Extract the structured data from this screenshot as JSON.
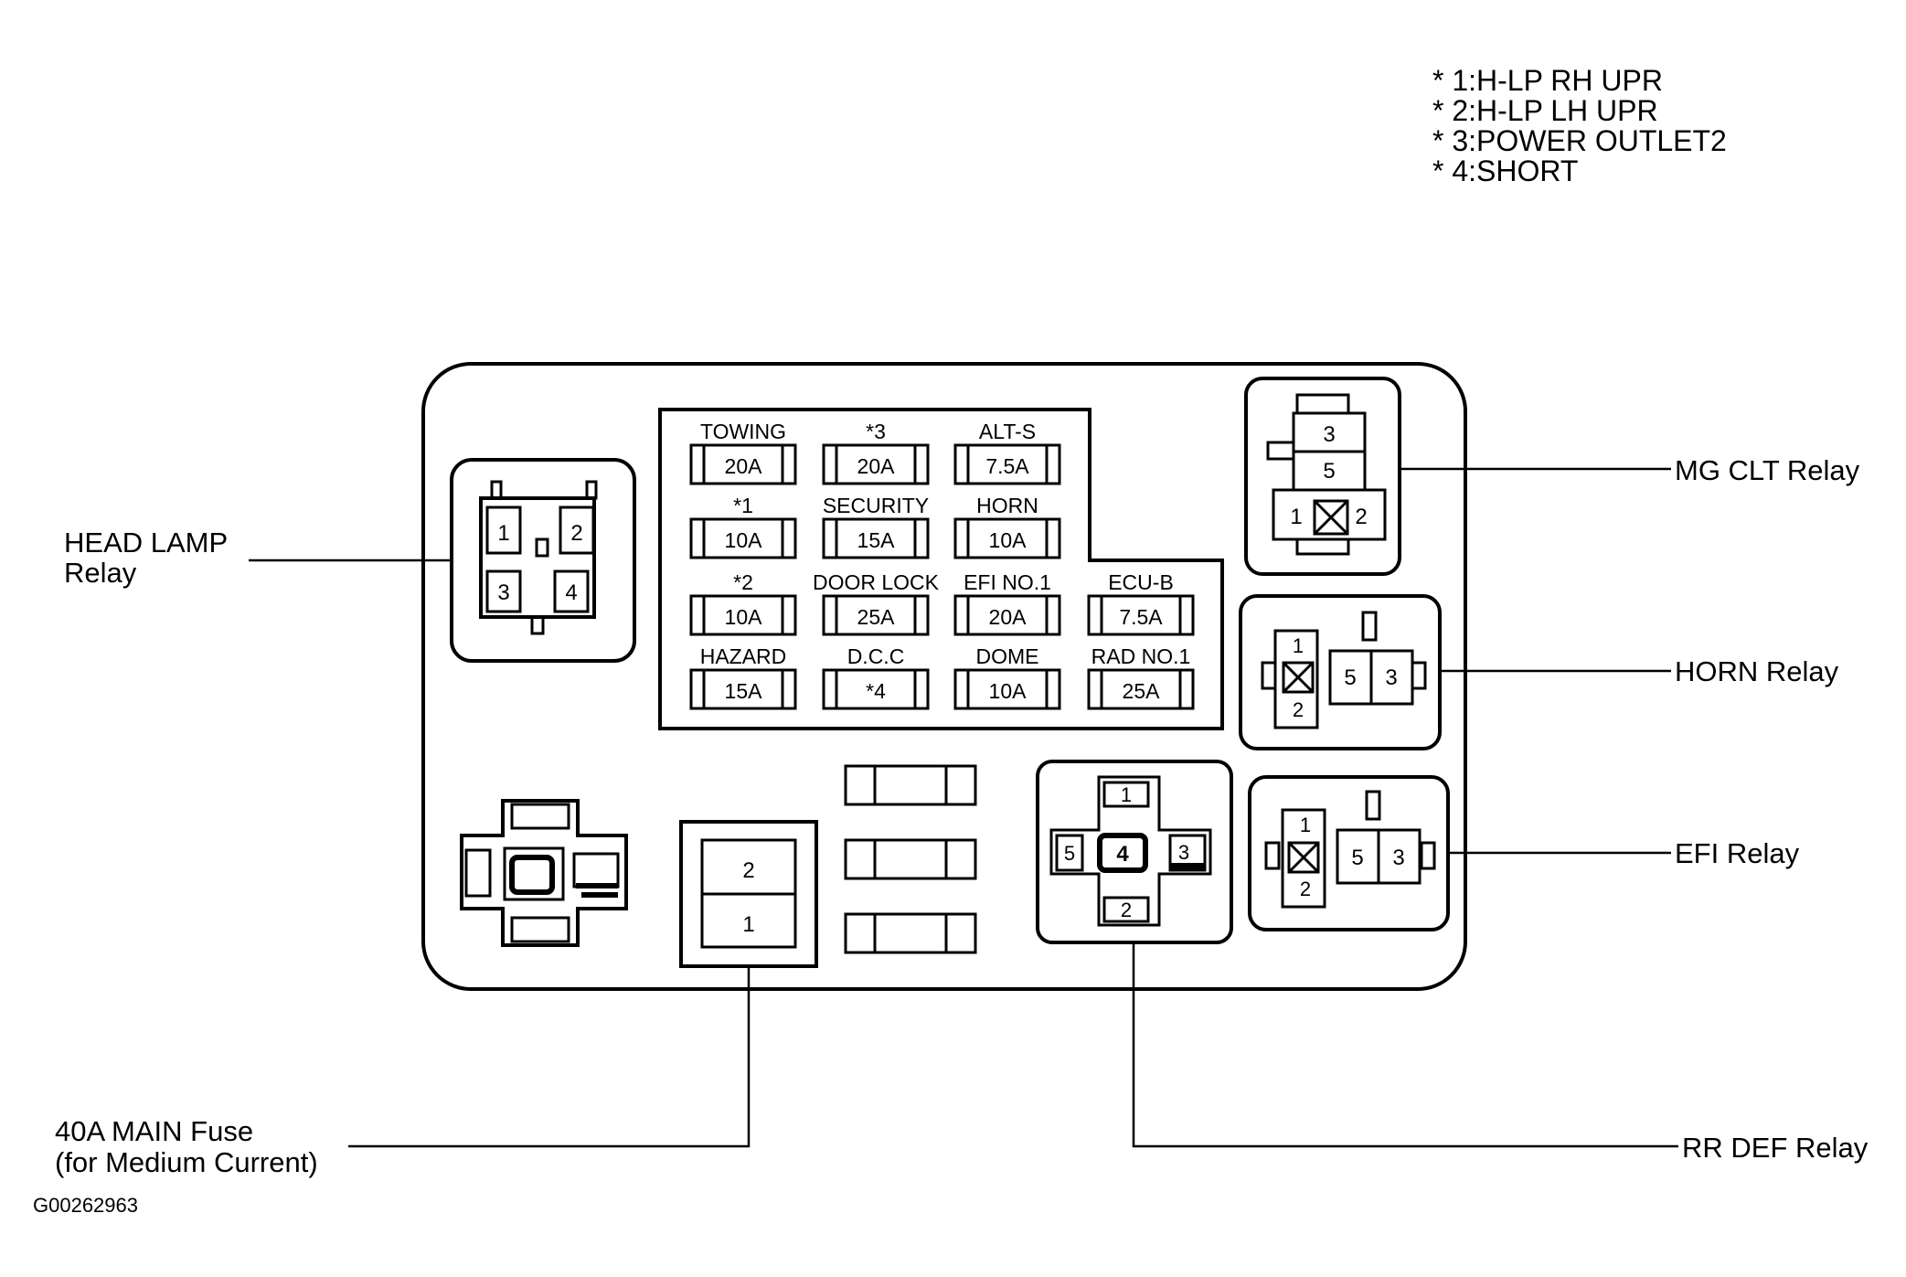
{
  "notes": [
    "* 1:H-LP RH UPR",
    "* 2:H-LP LH UPR",
    "* 3:POWER OUTLET2",
    "* 4:SHORT"
  ],
  "fuses": {
    "r1": [
      {
        "name": "TOWING",
        "rating": "20A"
      },
      {
        "name": "*3",
        "rating": "20A"
      },
      {
        "name": "ALT-S",
        "rating": "7.5A"
      }
    ],
    "r2": [
      {
        "name": "*1",
        "rating": "10A"
      },
      {
        "name": "SECURITY",
        "rating": "15A"
      },
      {
        "name": "HORN",
        "rating": "10A"
      }
    ],
    "r3": [
      {
        "name": "*2",
        "rating": "10A"
      },
      {
        "name": "DOOR LOCK",
        "rating": "25A"
      },
      {
        "name": "EFI NO.1",
        "rating": "20A"
      },
      {
        "name": "ECU-B",
        "rating": "7.5A"
      }
    ],
    "r4": [
      {
        "name": "HAZARD",
        "rating": "15A"
      },
      {
        "name": "D.C.C",
        "rating": "*4"
      },
      {
        "name": "DOME",
        "rating": "10A"
      },
      {
        "name": "RAD NO.1",
        "rating": "25A"
      }
    ]
  },
  "callouts": {
    "head_lamp_1": "HEAD LAMP",
    "head_lamp_2": "Relay",
    "mg_clt": "MG CLT Relay",
    "horn": "HORN Relay",
    "efi": "EFI Relay",
    "main_fuse_1": "40A MAIN Fuse",
    "main_fuse_2": "(for Medium Current)",
    "rr_def": "RR DEF Relay"
  },
  "pins": {
    "head_lamp": [
      "1",
      "2",
      "3",
      "4"
    ],
    "mg_clt": [
      "3",
      "5",
      "1",
      "2"
    ],
    "horn": [
      "1",
      "2",
      "5",
      "3"
    ],
    "efi": [
      "1",
      "2",
      "5",
      "3"
    ],
    "main_fuse": [
      "2",
      "1"
    ],
    "rr_def": [
      "1",
      "5",
      "4",
      "3",
      "2"
    ]
  },
  "figure_id": "G00262963"
}
